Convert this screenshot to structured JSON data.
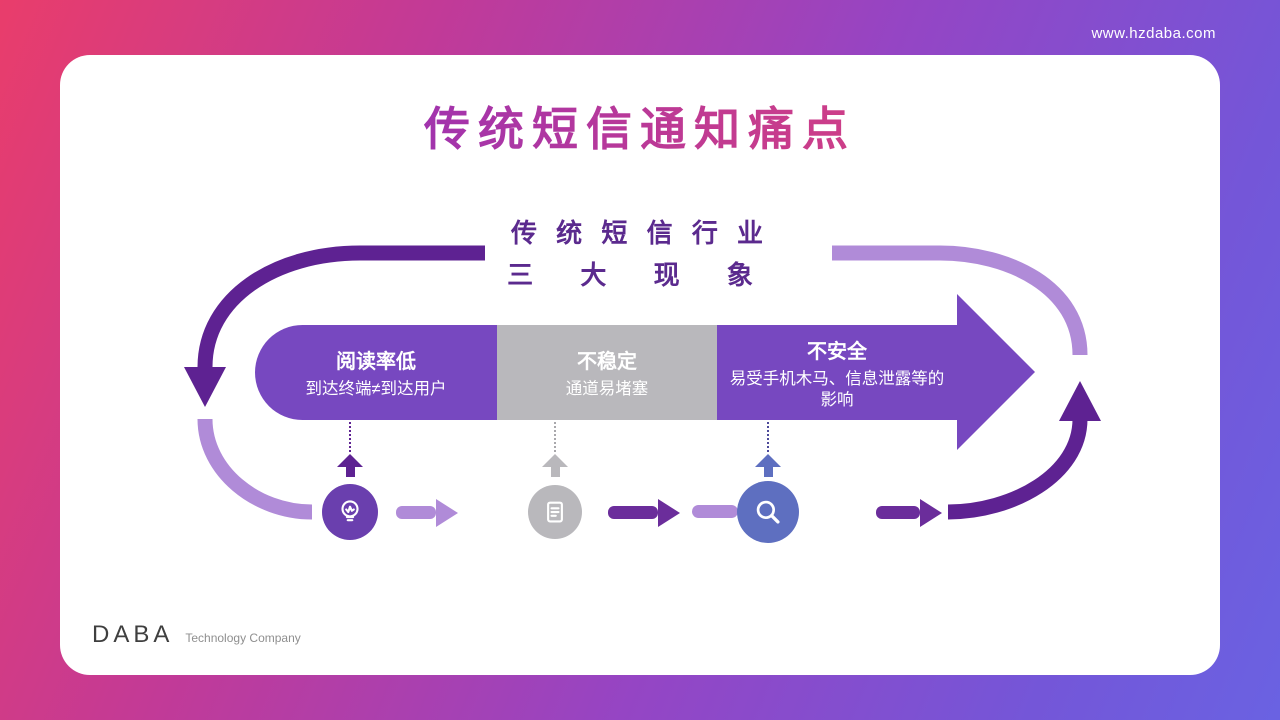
{
  "header": {
    "website": "www.hzdaba.com"
  },
  "slide": {
    "title": "传统短信通知痛点",
    "cycle_heading": {
      "line1": "传 统 短 信 行 业",
      "line2": "三 大 现 象"
    },
    "pain_points": [
      {
        "title": "阅读率低",
        "desc": "到达终端≠到达用户",
        "icon": "lightbulb-icon"
      },
      {
        "title": "不稳定",
        "desc": "通道易堵塞",
        "icon": "document-icon"
      },
      {
        "title": "不安全",
        "desc": "易受手机木马、信息泄露等的影响",
        "icon": "magnifier-icon"
      }
    ],
    "footer": {
      "logo": "DABA",
      "tagline": "Technology Company"
    }
  },
  "colors": {
    "dark_purple": "#5e2292",
    "light_purple": "#b08bd8",
    "band_purple": "#7748c0",
    "gray": "#b9b8bc",
    "blue_circle": "#5e6fc0",
    "title_gradient_start": "#8c2fc0",
    "title_gradient_end": "#e0447a"
  }
}
